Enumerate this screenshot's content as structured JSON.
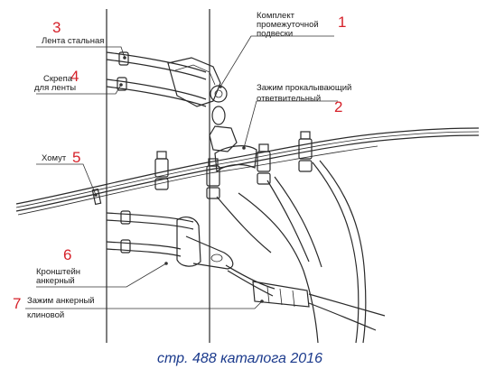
{
  "labels": {
    "steel_band": "Лента стальная",
    "band_clip_1": "Скрепа",
    "band_clip_2": "для ленты",
    "clamp": "Хомут",
    "bracket_1": "Кронштейн",
    "bracket_2": "анкерный",
    "wedge_clamp_1": "Зажим анкерный",
    "wedge_clamp_2": "клиновой",
    "suspension_kit_1": "Комплект",
    "suspension_kit_2": "промежуточной",
    "suspension_kit_3": "подвески",
    "piercing_clamp_1": "Зажим прокалывающий",
    "piercing_clamp_2": "ответвительный"
  },
  "numbers": {
    "n1": "1",
    "n2": "2",
    "n3": "3",
    "n4": "4",
    "n5": "5",
    "n6": "6",
    "n7": "7"
  },
  "caption": "стр. 488 каталога 2016",
  "colors": {
    "number": "#d6212a",
    "caption": "#1b3a8c",
    "line": "#2a2a2a"
  }
}
